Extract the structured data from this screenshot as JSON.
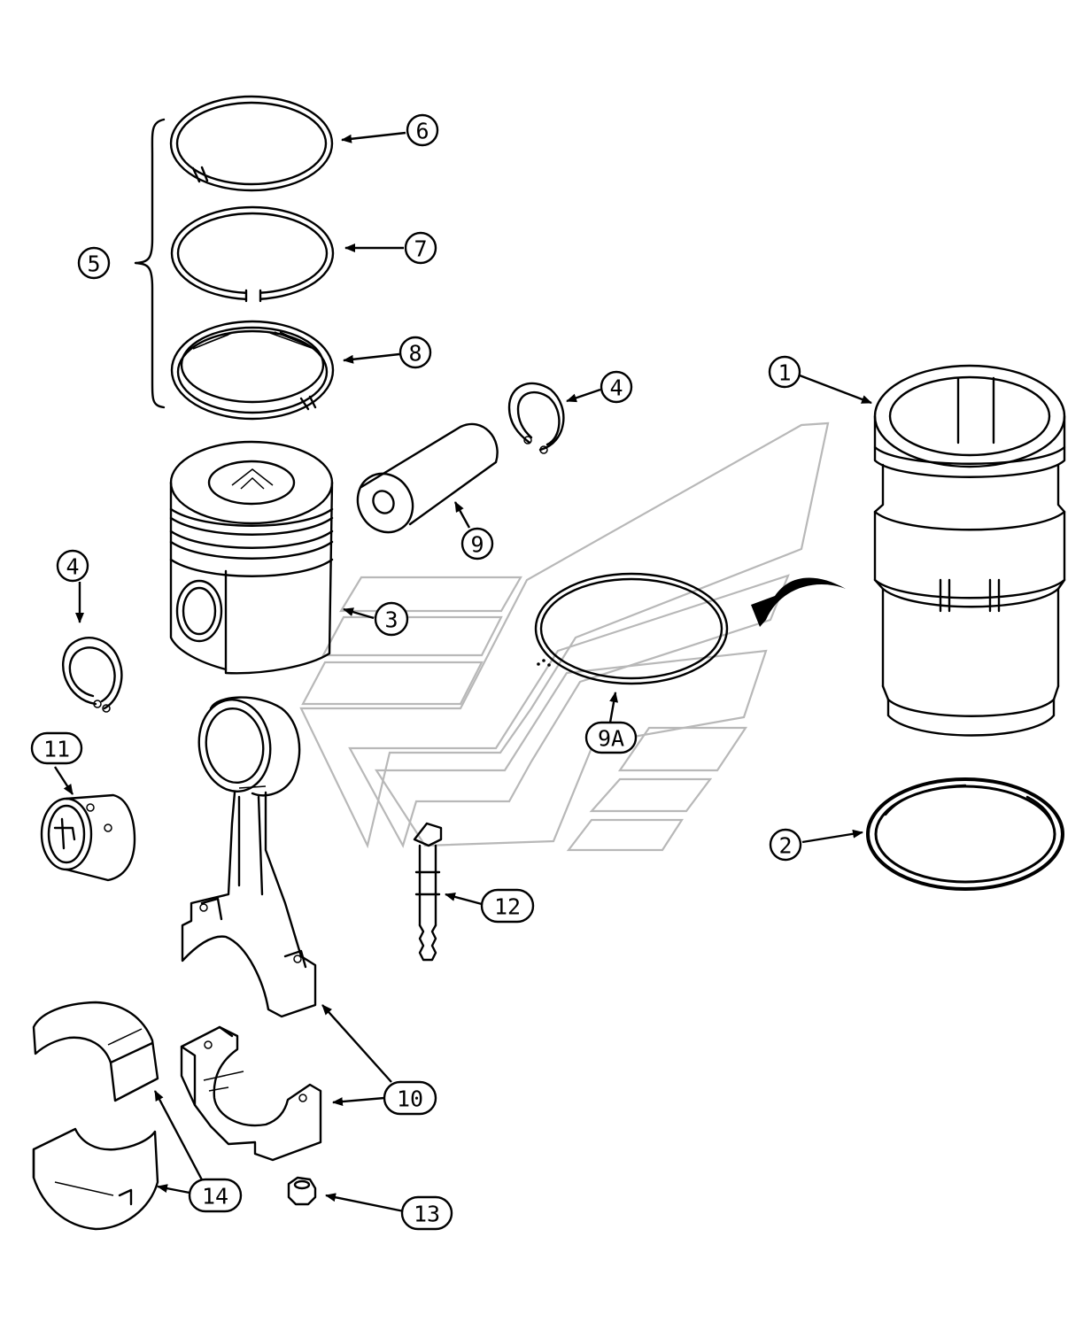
{
  "diagram": {
    "callouts": [
      {
        "id": "c1",
        "label": "1"
      },
      {
        "id": "c2",
        "label": "2"
      },
      {
        "id": "c3",
        "label": "3"
      },
      {
        "id": "c4a",
        "label": "4"
      },
      {
        "id": "c4b",
        "label": "4"
      },
      {
        "id": "c5",
        "label": "5"
      },
      {
        "id": "c6",
        "label": "6"
      },
      {
        "id": "c7",
        "label": "7"
      },
      {
        "id": "c8",
        "label": "8"
      },
      {
        "id": "c9",
        "label": "9"
      },
      {
        "id": "c9a",
        "label": "9A"
      },
      {
        "id": "c10",
        "label": "10"
      },
      {
        "id": "c11",
        "label": "11"
      },
      {
        "id": "c12",
        "label": "12"
      },
      {
        "id": "c13",
        "label": "13"
      },
      {
        "id": "c14",
        "label": "14"
      }
    ],
    "line_color": "#000000",
    "watermark_color": "#b8b8b8",
    "background_color": "#ffffff"
  }
}
